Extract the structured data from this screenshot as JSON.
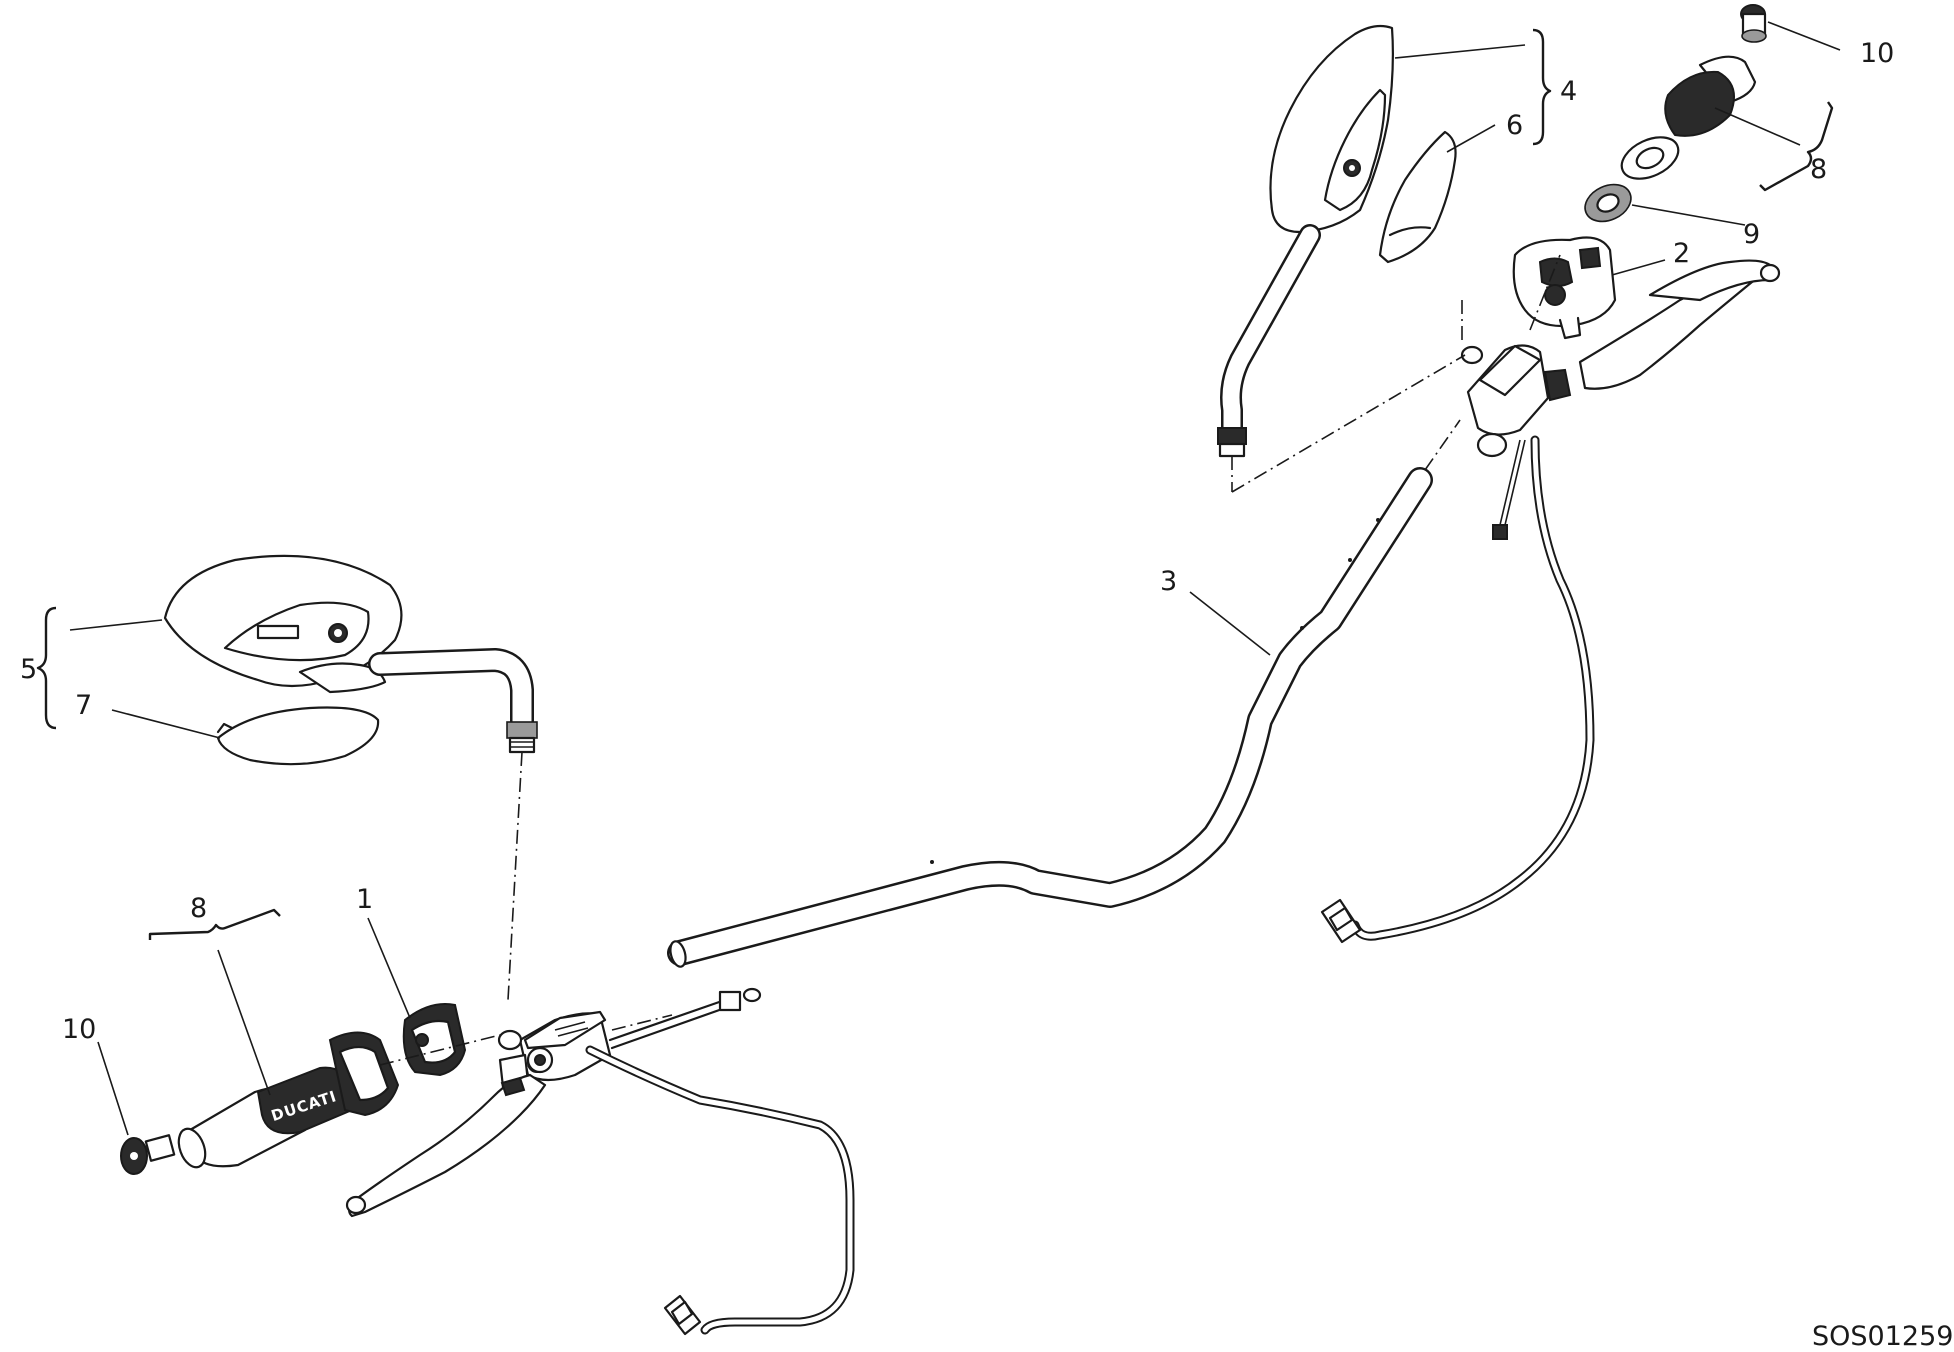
{
  "callouts": {
    "c1": "1",
    "c2": "2",
    "c3": "3",
    "c4": "4",
    "c5": "5",
    "c6": "6",
    "c7": "7",
    "c8_left": "8",
    "c8_right": "8",
    "c9": "9",
    "c10_left": "10",
    "c10_right": "10"
  },
  "diagram_code": "SOS01259",
  "grip_brand": "DUCATI"
}
